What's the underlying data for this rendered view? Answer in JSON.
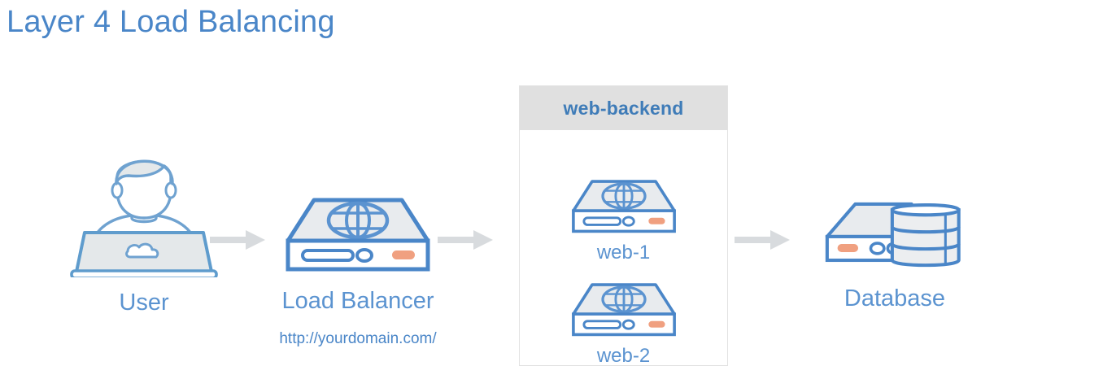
{
  "page": {
    "title": "Layer 4 Load Balancing",
    "background": "#ffffff"
  },
  "colors": {
    "title_blue": "#4a86c8",
    "label_blue": "#5b93d0",
    "header_blue": "#3f7cb8",
    "icon_stroke": "#4a86c8",
    "icon_fill": "#e8ebee",
    "accent_orange": "#f0a080",
    "arrow_gray": "#d8dbde",
    "group_header_gray": "#e0e0e0",
    "group_border_gray": "#e2e2e2"
  },
  "nodes": {
    "user": {
      "label": "User",
      "icon": "user-laptop-icon"
    },
    "load_balancer": {
      "label": "Load Balancer",
      "url": "http://yourdomain.com/",
      "icon": "server-icon"
    },
    "backend_group": {
      "header": "web-backend",
      "servers": [
        {
          "label": "web-1",
          "icon": "server-icon"
        },
        {
          "label": "web-2",
          "icon": "server-icon"
        }
      ]
    },
    "database": {
      "label": "Database",
      "icon": "database-icon"
    }
  },
  "arrows": [
    {
      "name": "arrow-user-to-load-balancer",
      "from": "user",
      "to": "load_balancer"
    },
    {
      "name": "arrow-load-balancer-to-backend",
      "from": "load_balancer",
      "to": "backend_group"
    },
    {
      "name": "arrow-backend-to-database",
      "from": "backend_group",
      "to": "database"
    }
  ]
}
